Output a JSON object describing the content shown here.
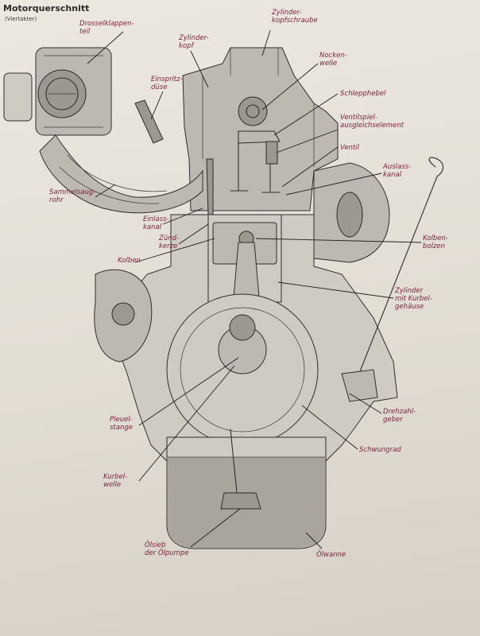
{
  "title": "Motorquerschnitt",
  "subtitle": "(Viertakter)",
  "labels": {
    "drosselklappenteil": "Drosselklappen-\nteil",
    "zylinderkopfschraube": "Zylinder-\nkopfschraube",
    "zylinderkopf": "Zylinder-\nkopf",
    "nockenwelle": "Nocken-\nwelle",
    "einspritzduese": "Einspritz-\ndüse",
    "schlepphebel": "Schlepphebel",
    "ventilspiel": "Ventilspiel-\nausgleichselement",
    "ventil": "Ventil",
    "auslasskanal": "Auslass-\nkanal",
    "sammelsaugrohr": "Sammelsaug-\nrohr",
    "einlasskanal": "Einlass-\nkanal",
    "zuendkerze": "Zünd-\nkerze",
    "kolbenbolzen": "Kolben-\nbolzen",
    "kolben": "Kolben",
    "zylinder_kurbelgehaeuse": "Zylinder\nmit Kurbel-\ngehäuse",
    "pleuelstange": "Pleuel-\nstange",
    "drehzahlgeber": "Drehzahl-\ngeber",
    "schwungrad": "Schwungrad",
    "kurbelwelle": "Kurbel-\nwelle",
    "oelsieb": "Ölsieb\nder Ölpumpe",
    "oelwanne": "Ölwanne"
  },
  "colors": {
    "ink_label": "#7a1f3a",
    "pencil": "#2e2e2e",
    "paper": "#e6e1d8"
  }
}
